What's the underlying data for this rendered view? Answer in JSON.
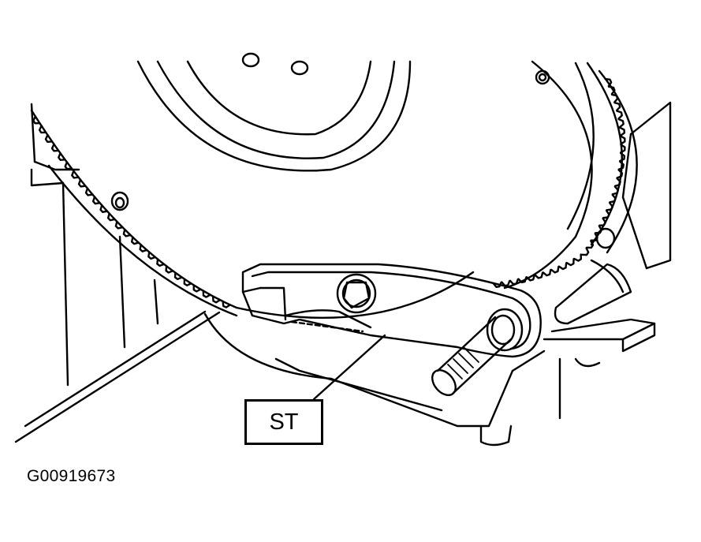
{
  "callout": {
    "label": "ST"
  },
  "figure": {
    "id": "G00919673"
  },
  "colors": {
    "line": "#000000",
    "background": "#ffffff"
  },
  "parts": [
    {
      "name": "flywheel-ring-gear",
      "icon": "ring-gear-outline"
    },
    {
      "name": "flywheel-hub",
      "icon": "circle-outline"
    },
    {
      "name": "flywheel-stopper-tool",
      "icon": "bracket-outline"
    },
    {
      "name": "stopper-stud-bolt",
      "icon": "threaded-stud"
    },
    {
      "name": "stopper-retaining-bolt",
      "icon": "bolt-head"
    }
  ]
}
